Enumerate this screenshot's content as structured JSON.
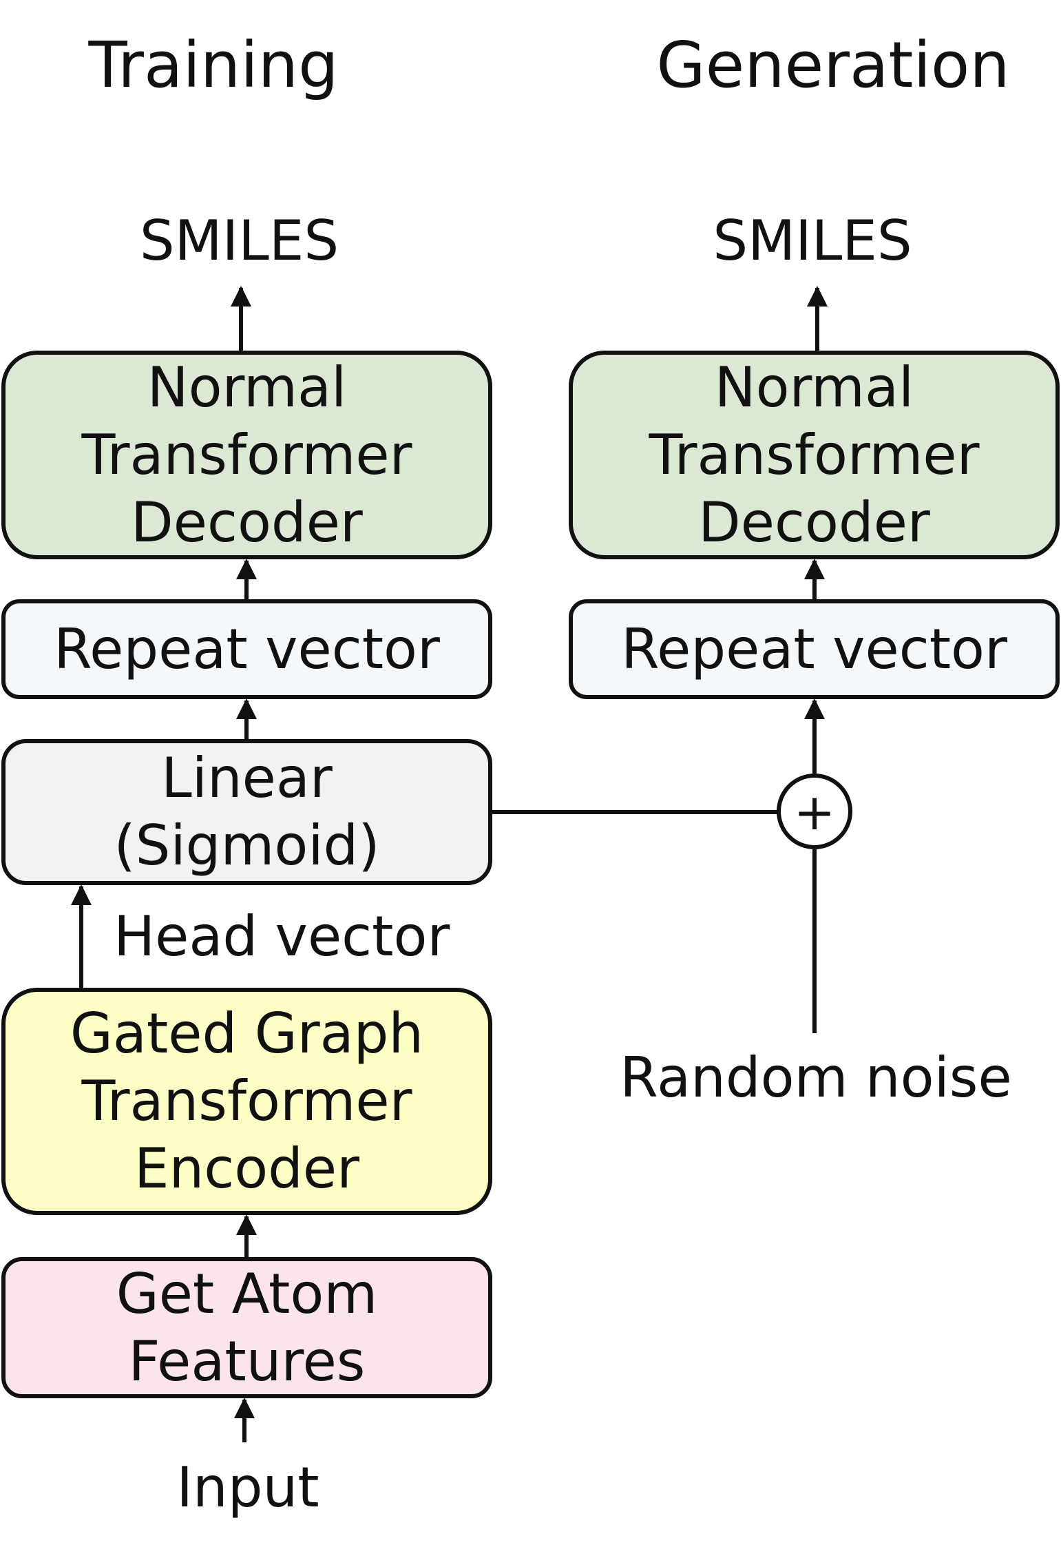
{
  "headings": {
    "training": "Training",
    "generation": "Generation"
  },
  "training": {
    "output": "SMILES",
    "decoder": [
      "Normal",
      "Transformer",
      "Decoder"
    ],
    "repeat": "Repeat vector",
    "linear": [
      "Linear",
      "(Sigmoid)"
    ],
    "head_vector": "Head vector",
    "encoder": [
      "Gated Graph",
      "Transformer",
      "Encoder"
    ],
    "atom_features": [
      "Get Atom",
      "Features"
    ],
    "input": "Input"
  },
  "generation": {
    "output": "SMILES",
    "decoder": [
      "Normal",
      "Transformer",
      "Decoder"
    ],
    "repeat": "Repeat vector",
    "random_noise": "Random noise",
    "combine_symbol": "+"
  }
}
